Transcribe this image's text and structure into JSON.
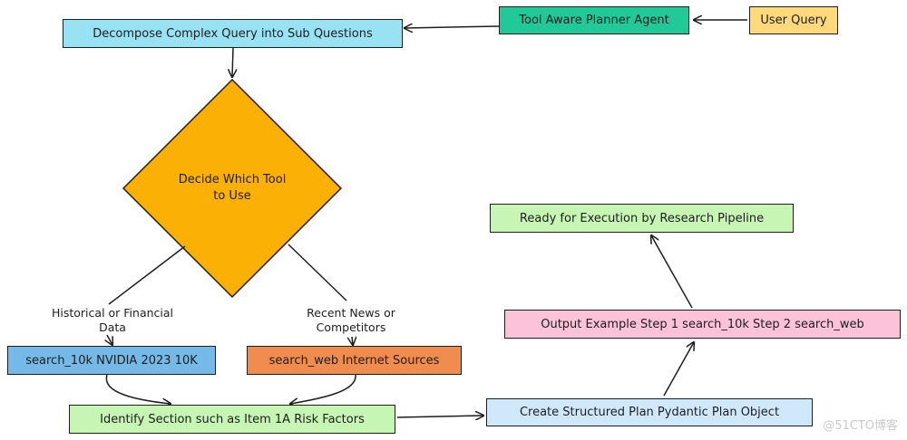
{
  "nodes": {
    "user_query": {
      "label": "User Query",
      "color": "#ffd97a"
    },
    "planner_agent": {
      "label": "Tool Aware Planner Agent",
      "color": "#20c997"
    },
    "decompose": {
      "label": "Decompose Complex Query into Sub Questions",
      "color": "#99e2f4"
    },
    "decide_tool": {
      "label": "Decide Which Tool to Use",
      "color": "#fab005"
    },
    "search_10k": {
      "label": "search_10k NVIDIA 2023 10K",
      "color": "#74b9e7"
    },
    "search_web": {
      "label": "search_web Internet Sources",
      "color": "#f08c4d"
    },
    "identify_section": {
      "label": "Identify Section such as Item 1A Risk Factors",
      "color": "#c7f5b4"
    },
    "structured_plan": {
      "label": "Create Structured Plan Pydantic Plan Object",
      "color": "#cfe8fc"
    },
    "output_example": {
      "label": "Output Example Step 1 search_10k Step 2 search_web",
      "color": "#fcc2d7"
    },
    "ready_execution": {
      "label": "Ready for Execution by Research Pipeline",
      "color": "#c7f5b4"
    }
  },
  "edge_labels": {
    "historical": "Historical or Financial Data",
    "recent_news": "Recent News or Competitors"
  },
  "watermark": "@51CTO博客"
}
